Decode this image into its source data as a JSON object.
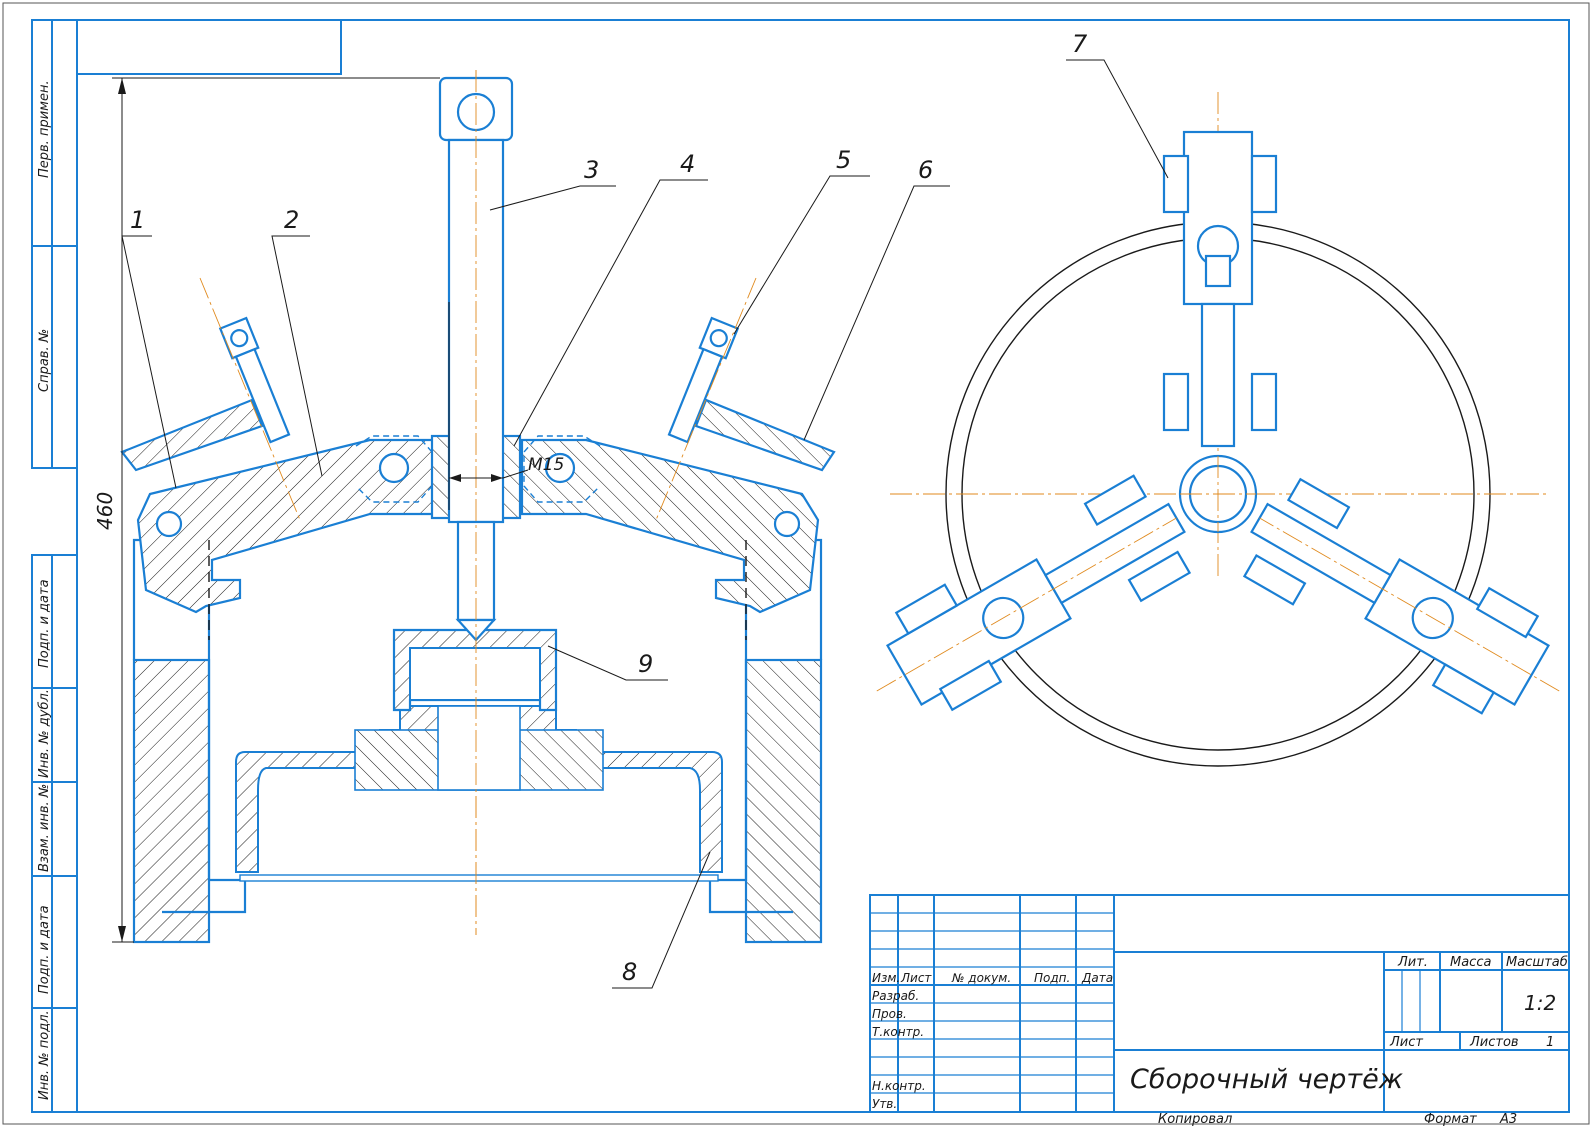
{
  "side_stamp": [
    "Перв. примен.",
    "Справ. №",
    "Подп. и дата",
    "Инв. № дубл.",
    "Взам. инв. №",
    "Подп. и дата",
    "Инв. № подл."
  ],
  "dimensions": {
    "height": "460",
    "thread": "M15"
  },
  "callouts": [
    "1",
    "2",
    "3",
    "4",
    "5",
    "6",
    "7",
    "8",
    "9"
  ],
  "title_block": {
    "headers": [
      "Изм.",
      "Лист",
      "№ докум.",
      "Подп.",
      "Дата"
    ],
    "rows": [
      "Разраб.",
      "Пров.",
      "Т.контр.",
      "Н.контр.",
      "Утв."
    ],
    "lit_label": "Лит.",
    "mass_label": "Масса",
    "scale_label": "Масштаб",
    "scale_value": "1:2",
    "sheet_label": "Лист",
    "sheets_label": "Листов",
    "sheets_value": "1",
    "title": "Сборочный чертёж"
  },
  "footer": {
    "copied": "Копировал",
    "format_label": "Формат",
    "format_value": "А3"
  },
  "colors": {
    "line": "#1a7fd4",
    "axis": "#e08a1e",
    "text": "#1a1a1a"
  }
}
